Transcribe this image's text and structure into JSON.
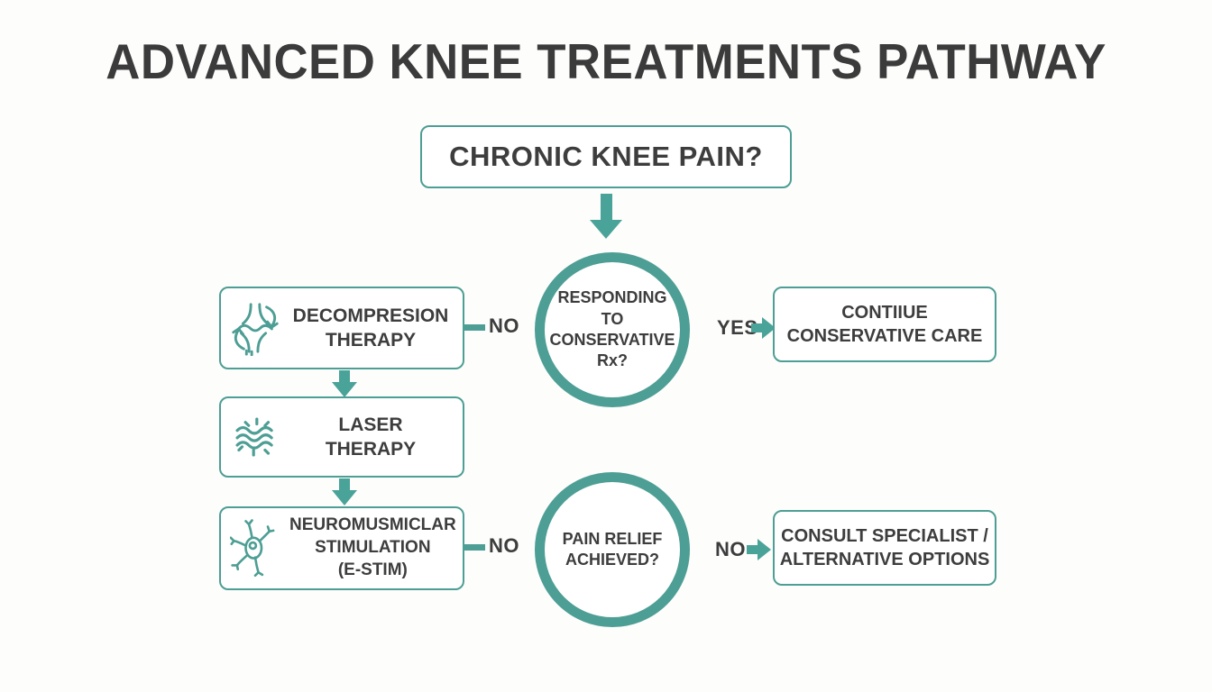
{
  "title": "ADVANCED KNEE TREATMENTS PATHWAY",
  "nodes": {
    "start": {
      "label": "CHRONIC KNEE PAIN?"
    },
    "decision_responding": {
      "line1": "RESPONDING",
      "line2": "TO CONSERVATIVE",
      "line3": "Rx?"
    },
    "continue_care": {
      "line1": "CONTIIUE",
      "line2": "CONSERVATIVE CARE"
    },
    "decompression": {
      "line1": "DECOMPRESION",
      "line2": "THERAPY",
      "icon": "knee-joint-decompression-icon"
    },
    "laser": {
      "line1": "LASER",
      "line2": "THERAPY",
      "icon": "laser-waves-icon"
    },
    "estim": {
      "line1": "NEUROMUSMICLAR",
      "line2": "STIMULATION",
      "line3": "(E-STIM)",
      "icon": "neuron-icon"
    },
    "decision_pain_relief": {
      "line1": "PAIN RELIEF",
      "line2": "ACHIEVED?"
    },
    "consult": {
      "line1": "CONSULT SPECIALIST /",
      "line2": "ALTERNATIVE OPTIONS"
    }
  },
  "edge_labels": {
    "yes": "YES",
    "no_to_decompression": "NO",
    "no_to_consult_left": "NO",
    "no_to_consult_right": "NO"
  },
  "colors": {
    "teal_border": "#4d9e94",
    "teal_arrow": "#4aa399",
    "text_dark": "#3d3d3d",
    "background": "#fdfdfc"
  }
}
